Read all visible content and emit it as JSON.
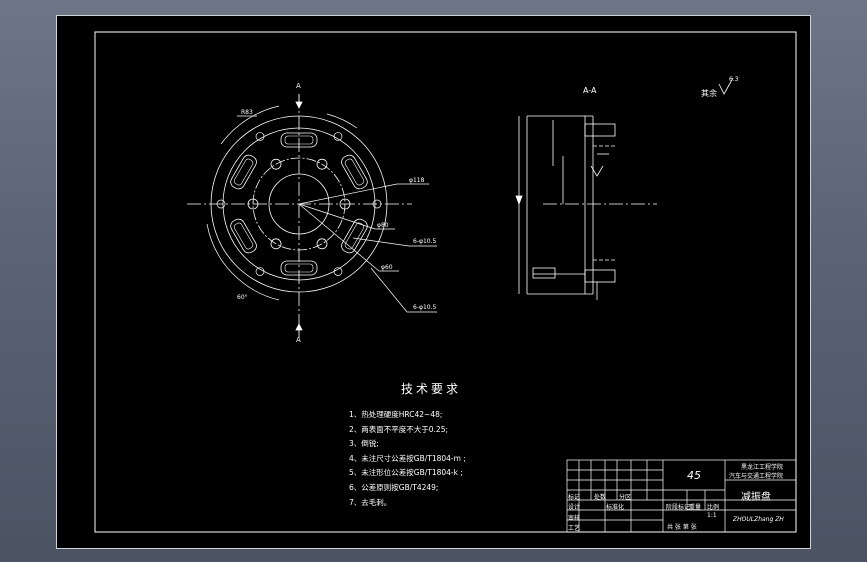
{
  "drawing": {
    "title_block": {
      "material": "45",
      "school_line1": "黑龙江工程学院",
      "school_line2": "汽车与交通工程学院",
      "part_name": "减振盘",
      "code_suffix": "ZHOULZhang ZH",
      "scale": "1:1",
      "header_left": "标记",
      "header_mid": "处数",
      "header_right": "分区",
      "row_design": "设计",
      "row_standard": "标准化",
      "row_review": "审核",
      "row_process": "工艺",
      "col_stage": "阶段标记",
      "col_weight": "重量",
      "col_scale": "比例",
      "sheets": "共 张 第 张"
    },
    "tech_requirements": {
      "title": "技术要求",
      "items": [
        "1、热处理硬度HRC42~48;",
        "2、两表面不平度不大于0.25;",
        "3、倒锐;",
        "4、未注尺寸公差按GB/T1804-m ;",
        "5、未注形位公差按GB/T1804-k ;",
        "6、公差原则按GB/T4249;",
        "7、去毛刺。"
      ]
    },
    "section_label": "A-A",
    "plan_label": "A",
    "surface_note": "其余",
    "roughness_value": "6.3",
    "dims": {
      "d1": "φ118",
      "d2": "φ80",
      "d3": "φ60",
      "holes1": "6-φ10.5",
      "holes2": "6-φ10.5",
      "angle": "60°",
      "note_left": "R83"
    }
  },
  "colors": {
    "sheet": "#000000",
    "line": "#ffffff",
    "frame": "#cfd3da"
  }
}
